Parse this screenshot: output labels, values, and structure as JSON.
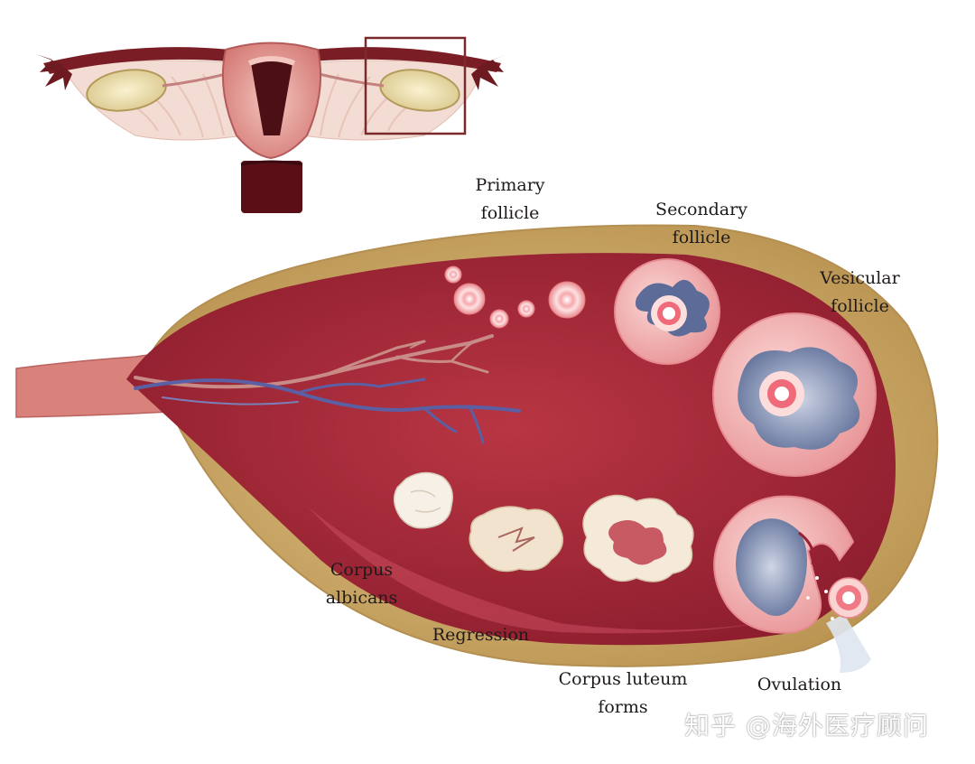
{
  "labels": {
    "primary": [
      "Primary",
      "follicle"
    ],
    "secondary": [
      "Secondary",
      "follicle"
    ],
    "vesicular": [
      "Vesicular",
      "follicle"
    ],
    "corpus_albicans": [
      "Corpus",
      "albicans"
    ],
    "regression": "Regression",
    "corpus_luteum": [
      "Corpus luteum",
      "forms"
    ],
    "ovulation": "Ovulation"
  },
  "watermark": "知乎 @海外医疗顾问",
  "colors": {
    "ovary_capsule": "#c9a868",
    "ovary_stroma": "#a32a3a",
    "uterus": "#e59591",
    "follicle_pink": "#f2b0b2",
    "antrum_blue": "#6f7fa3",
    "corpus_albicans": "#f4eadd",
    "vein": "#5a5f9e",
    "artery": "#c27a7a"
  }
}
